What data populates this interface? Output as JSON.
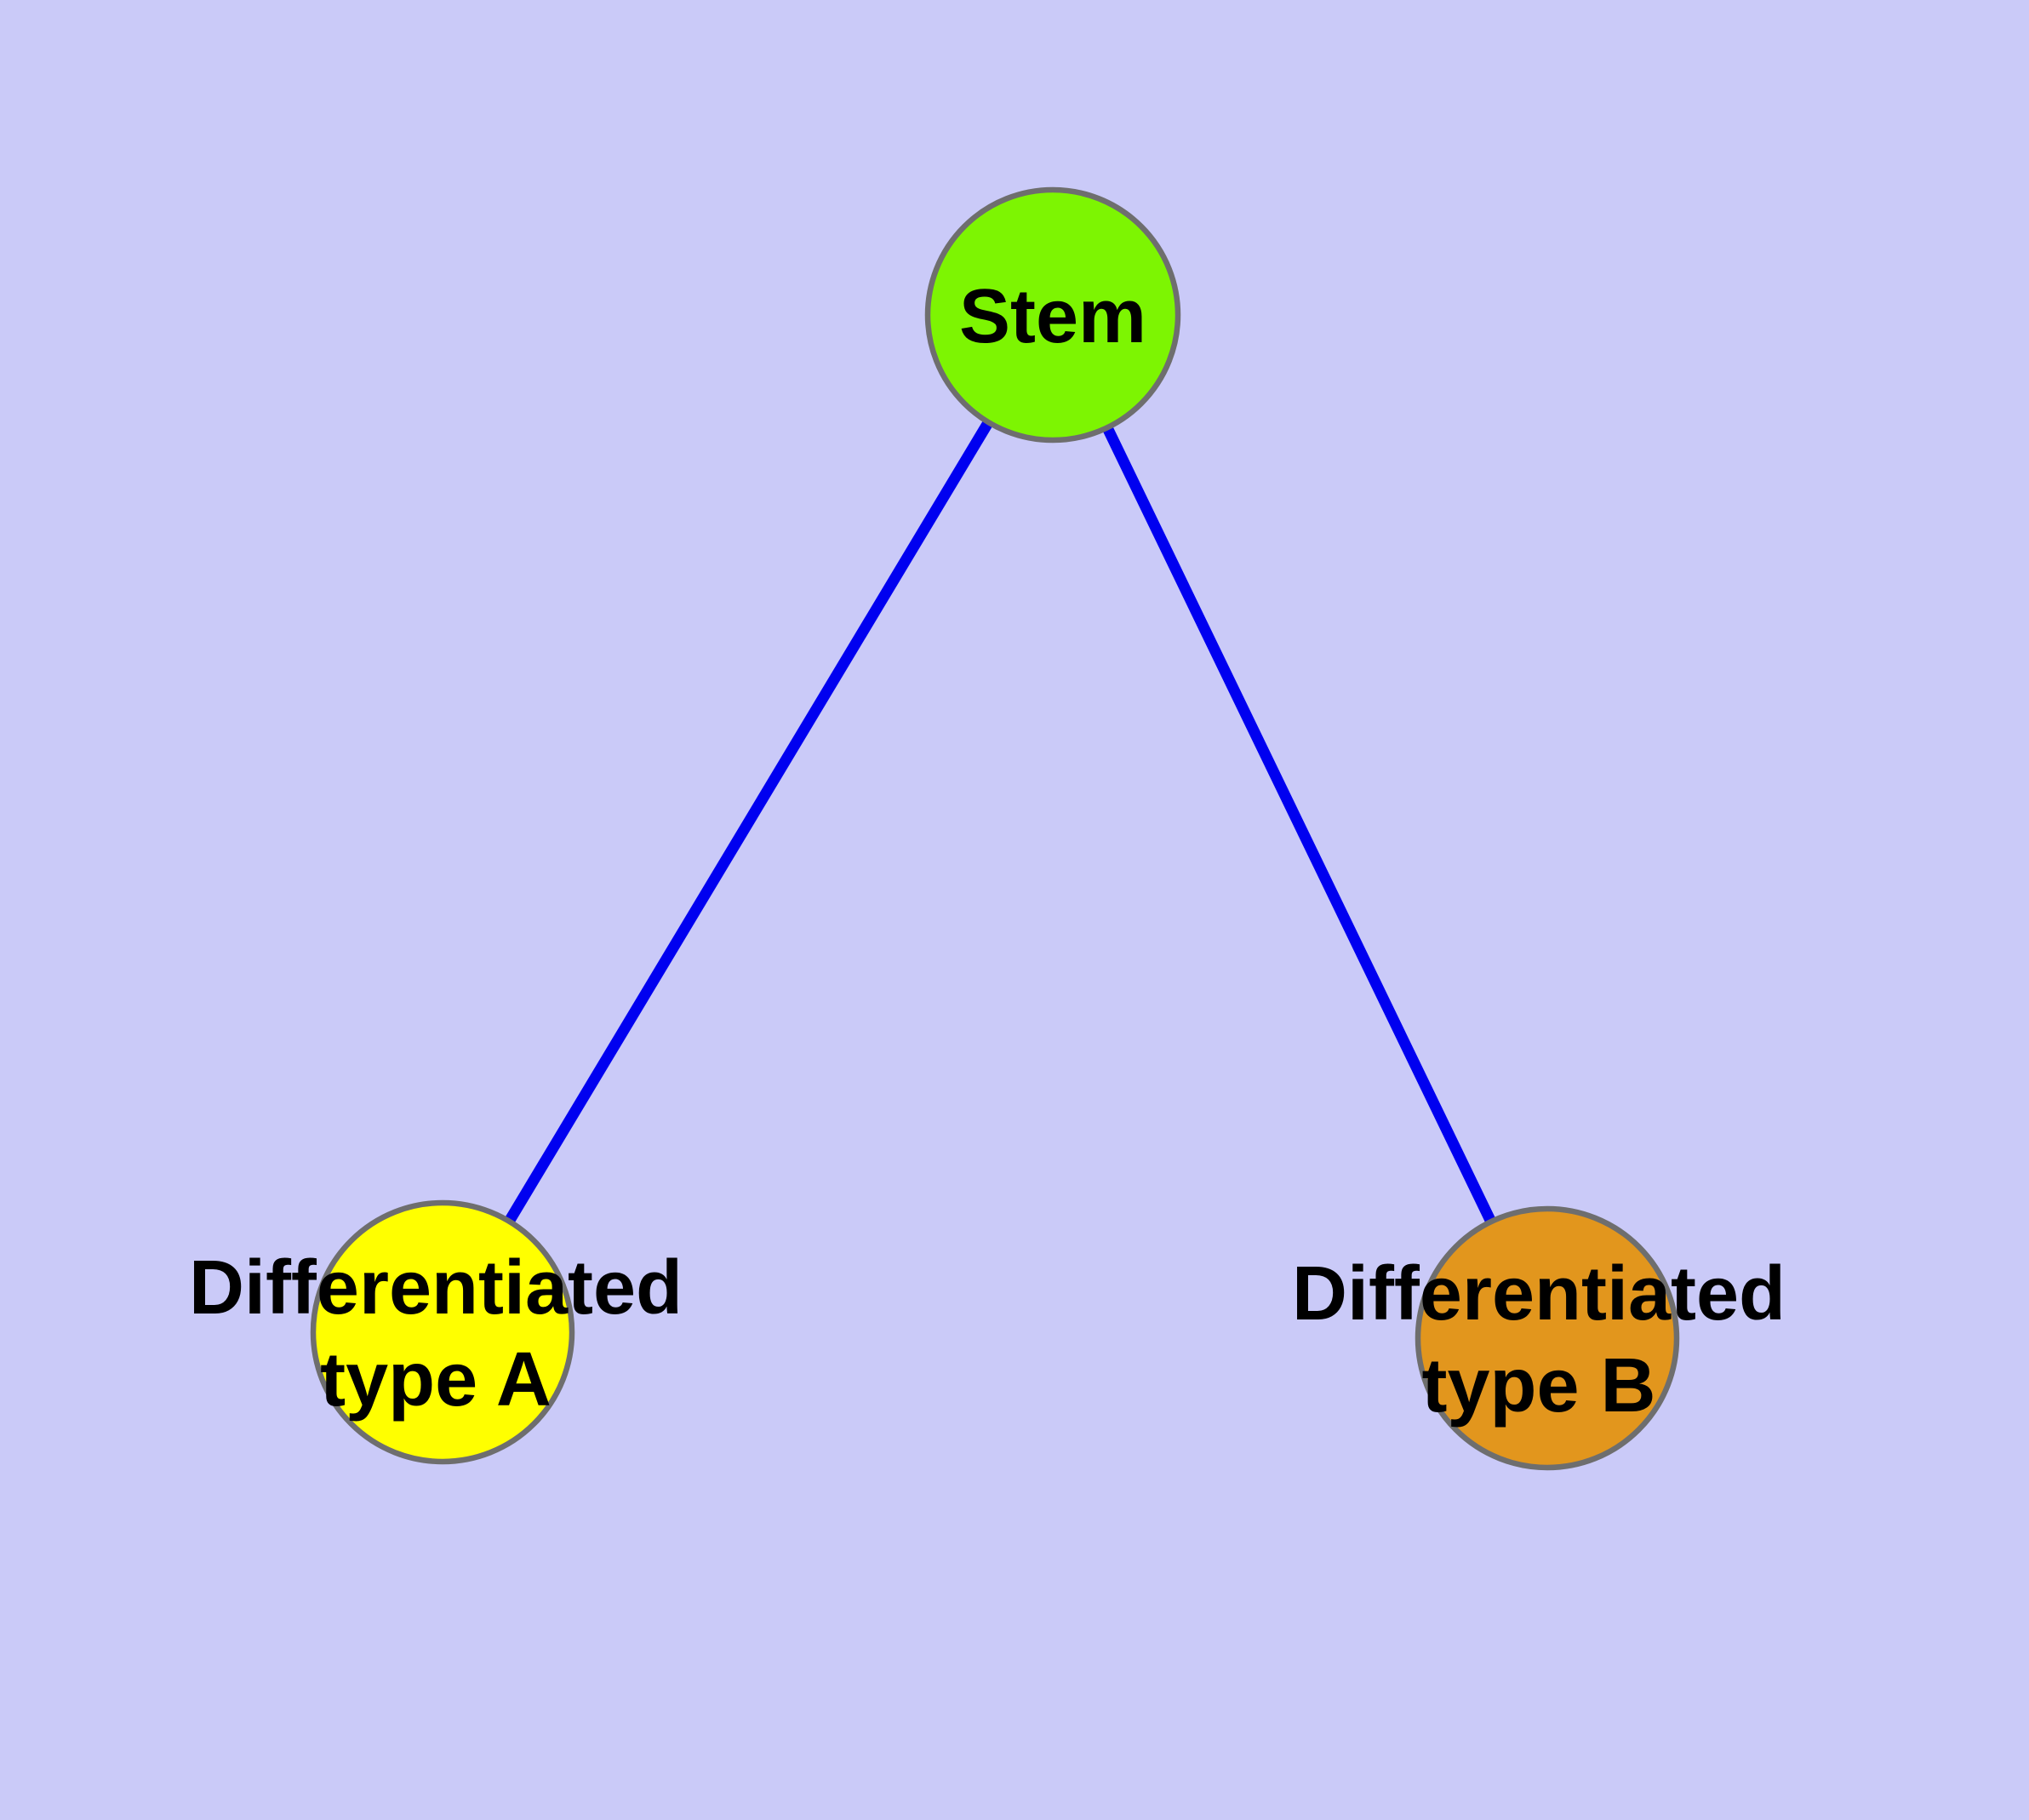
{
  "figure": {
    "type": "graph-diagram",
    "description": "Stem cell differentiation network: one stem node linked to two differentiated cell-type nodes",
    "background_color": "#cacaf8",
    "edge_color": "#0000f0",
    "node_border_color": "#6e6e6e",
    "label_color": "#000000",
    "nodes": {
      "stem": {
        "label": "Stem",
        "fill": "#7df502"
      },
      "type_a": {
        "label_line1": "Differentiated",
        "label_line2": "type A",
        "fill": "#ffff00"
      },
      "type_b": {
        "label_line1": "Differentiated",
        "label_line2": "type B",
        "fill": "#e2961d"
      }
    },
    "edges": [
      {
        "name": "stem-to-type-a",
        "from": "Stem",
        "to": "Differentiated type A"
      },
      {
        "name": "stem-to-type-b",
        "from": "Stem",
        "to": "Differentiated type B"
      }
    ]
  }
}
